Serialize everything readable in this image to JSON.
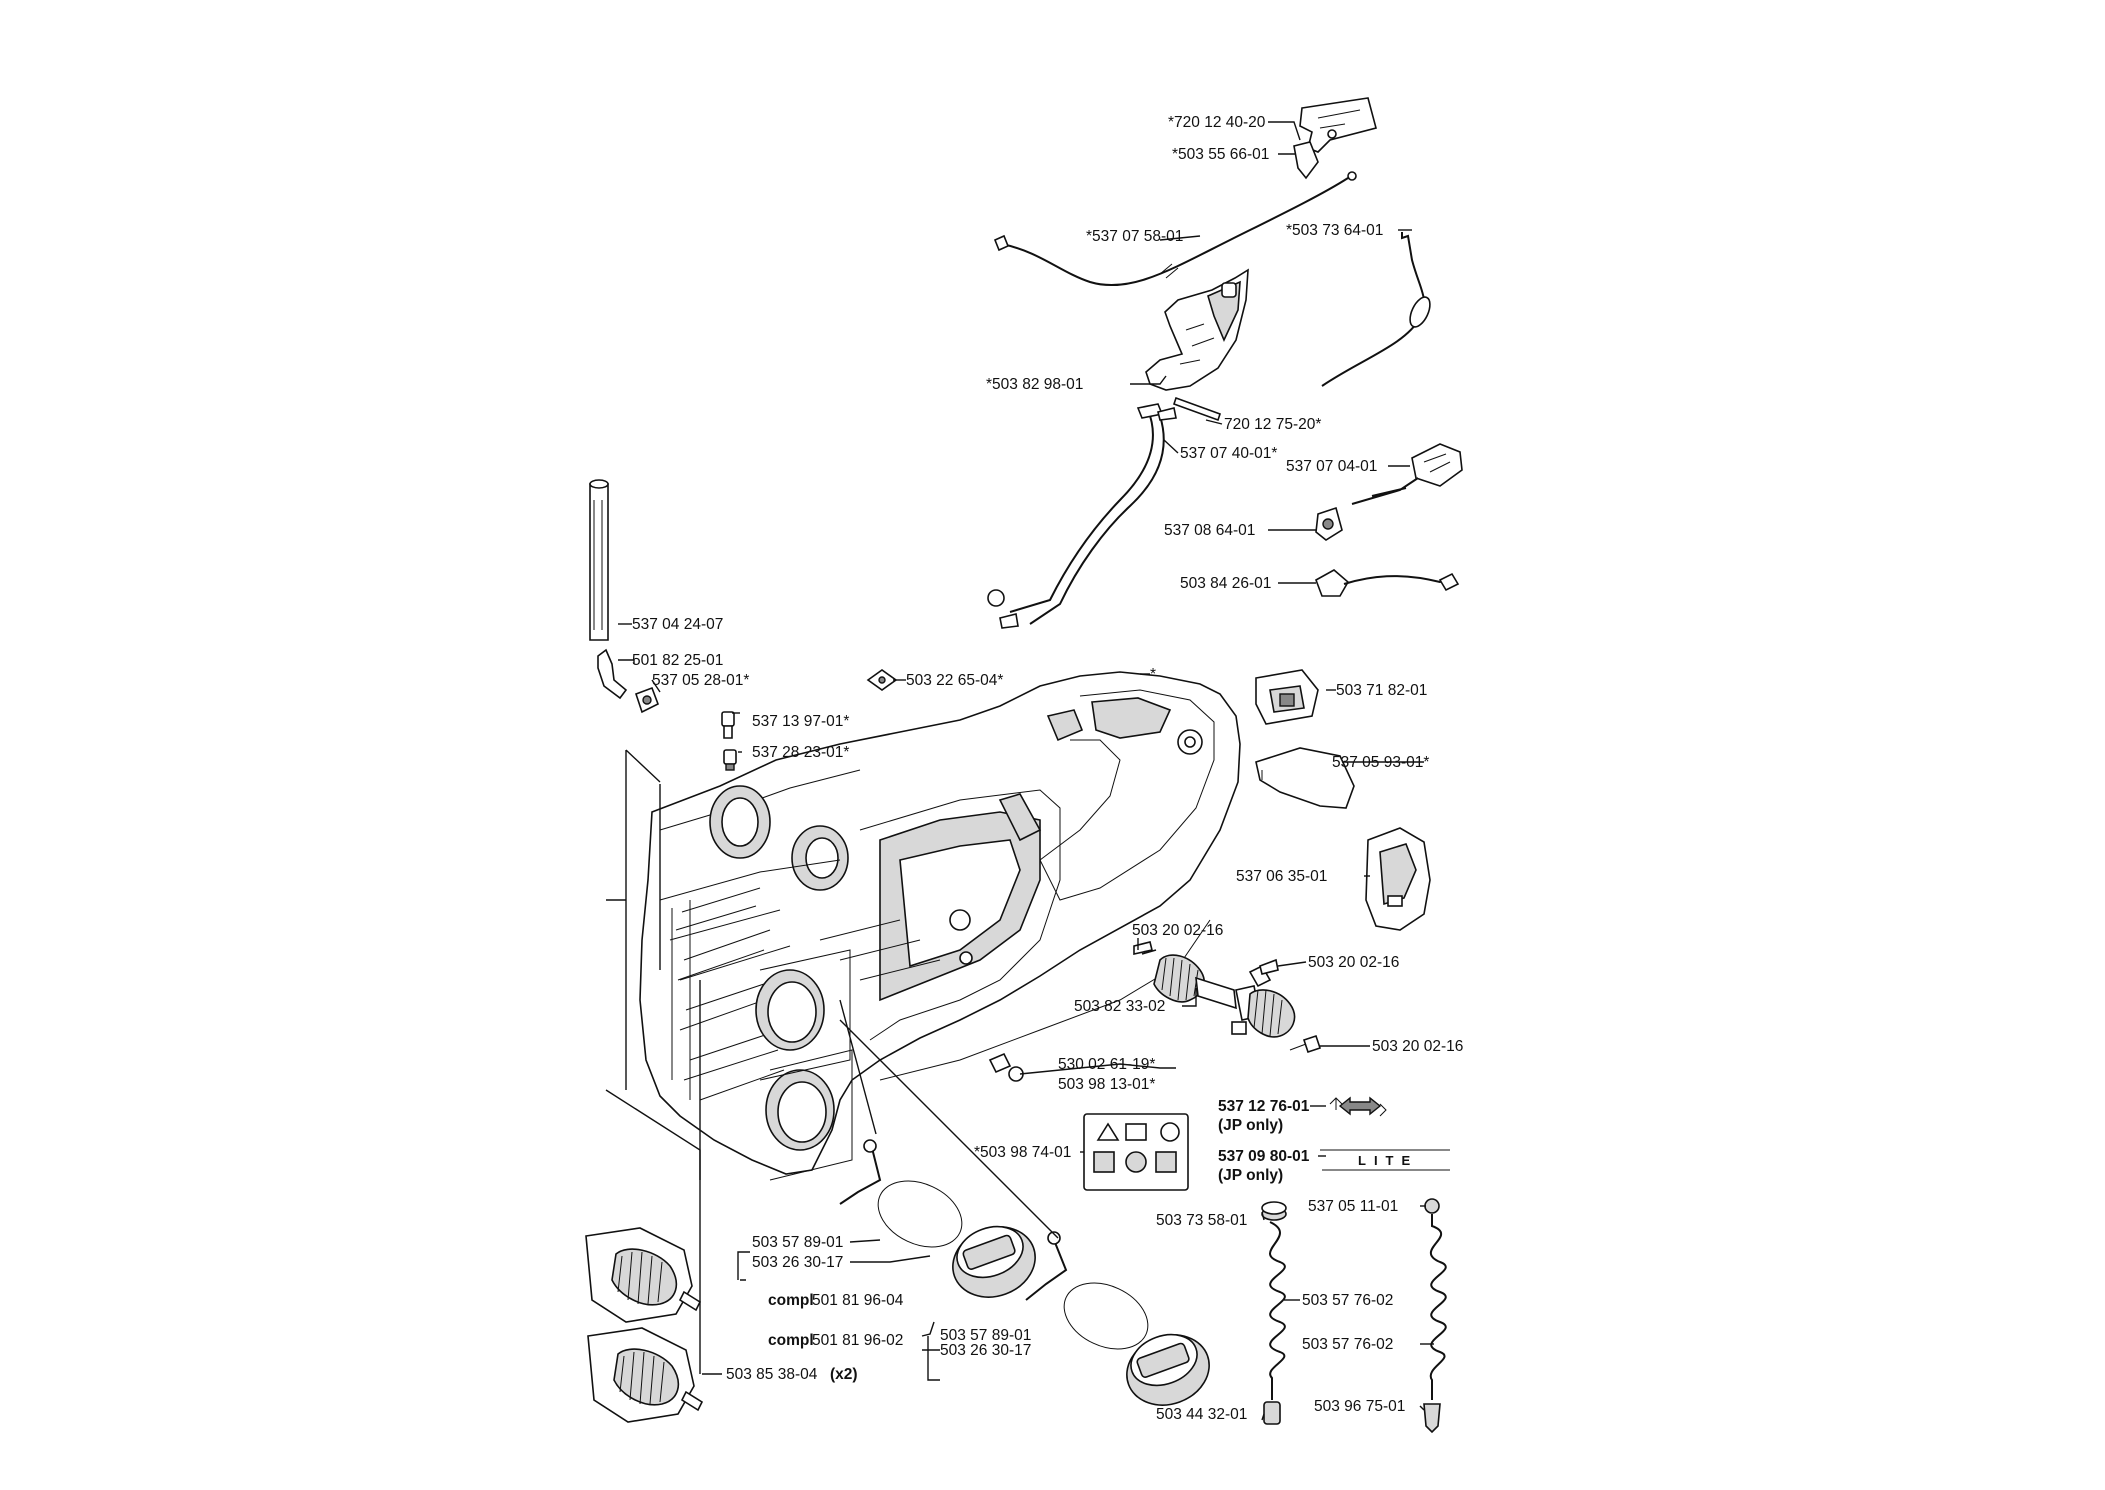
{
  "labels": {
    "l1": "*720 12 40-20",
    "l2": "*503 55 66-01",
    "l3": "*537 07 58-01",
    "l4": "*503 73 64-01",
    "l5": "*503 82 98-01",
    "l6": "720 12 75-20*",
    "l7": "537 07 40-01*",
    "l8": "537 07 04-01",
    "l9": "537 08 64-01",
    "l10": "503 84 26-01",
    "l11": "537 04 24-07",
    "l12": "501 82 25-01",
    "l13": "537 05 28-01*",
    "l14": "503 22 65-04*",
    "l15": "*",
    "l16": "537 13 97-01*",
    "l17": "537 28 23-01*",
    "l18": "503 71 82-01",
    "l19": "537 05 93-01*",
    "l20": "537 06 35-01",
    "l21": "503 20 02-16",
    "l22": "503 20 02-16",
    "l23": "503 82 33-02",
    "l24": "503 20 02-16",
    "l25": "530 02 61-19*",
    "l26": "503 98 13-01*",
    "l27": "537 12 76-01",
    "l28": "(JP only)",
    "l29": "537 09 80-01",
    "l30": "(JP only)",
    "l31": "*503 98 74-01",
    "l32": "503 73 58-01",
    "l33": "537 05 11-01",
    "l34": "503 57 89-01",
    "l35": "503 26 30-17",
    "l36": "compl",
    "l37": "501 81 96-04",
    "l38": "503 57 76-02",
    "l39": "503 57 76-02",
    "l40": "503 57 89-01",
    "l41": "compl",
    "l42": "501 81 96-02",
    "l43": "503 26 30-17",
    "l44": "503 85 38-04",
    "l45": "(x2)",
    "l46": "503 44 32-01",
    "l47": "503 96 75-01"
  },
  "decal_text": "LITE"
}
